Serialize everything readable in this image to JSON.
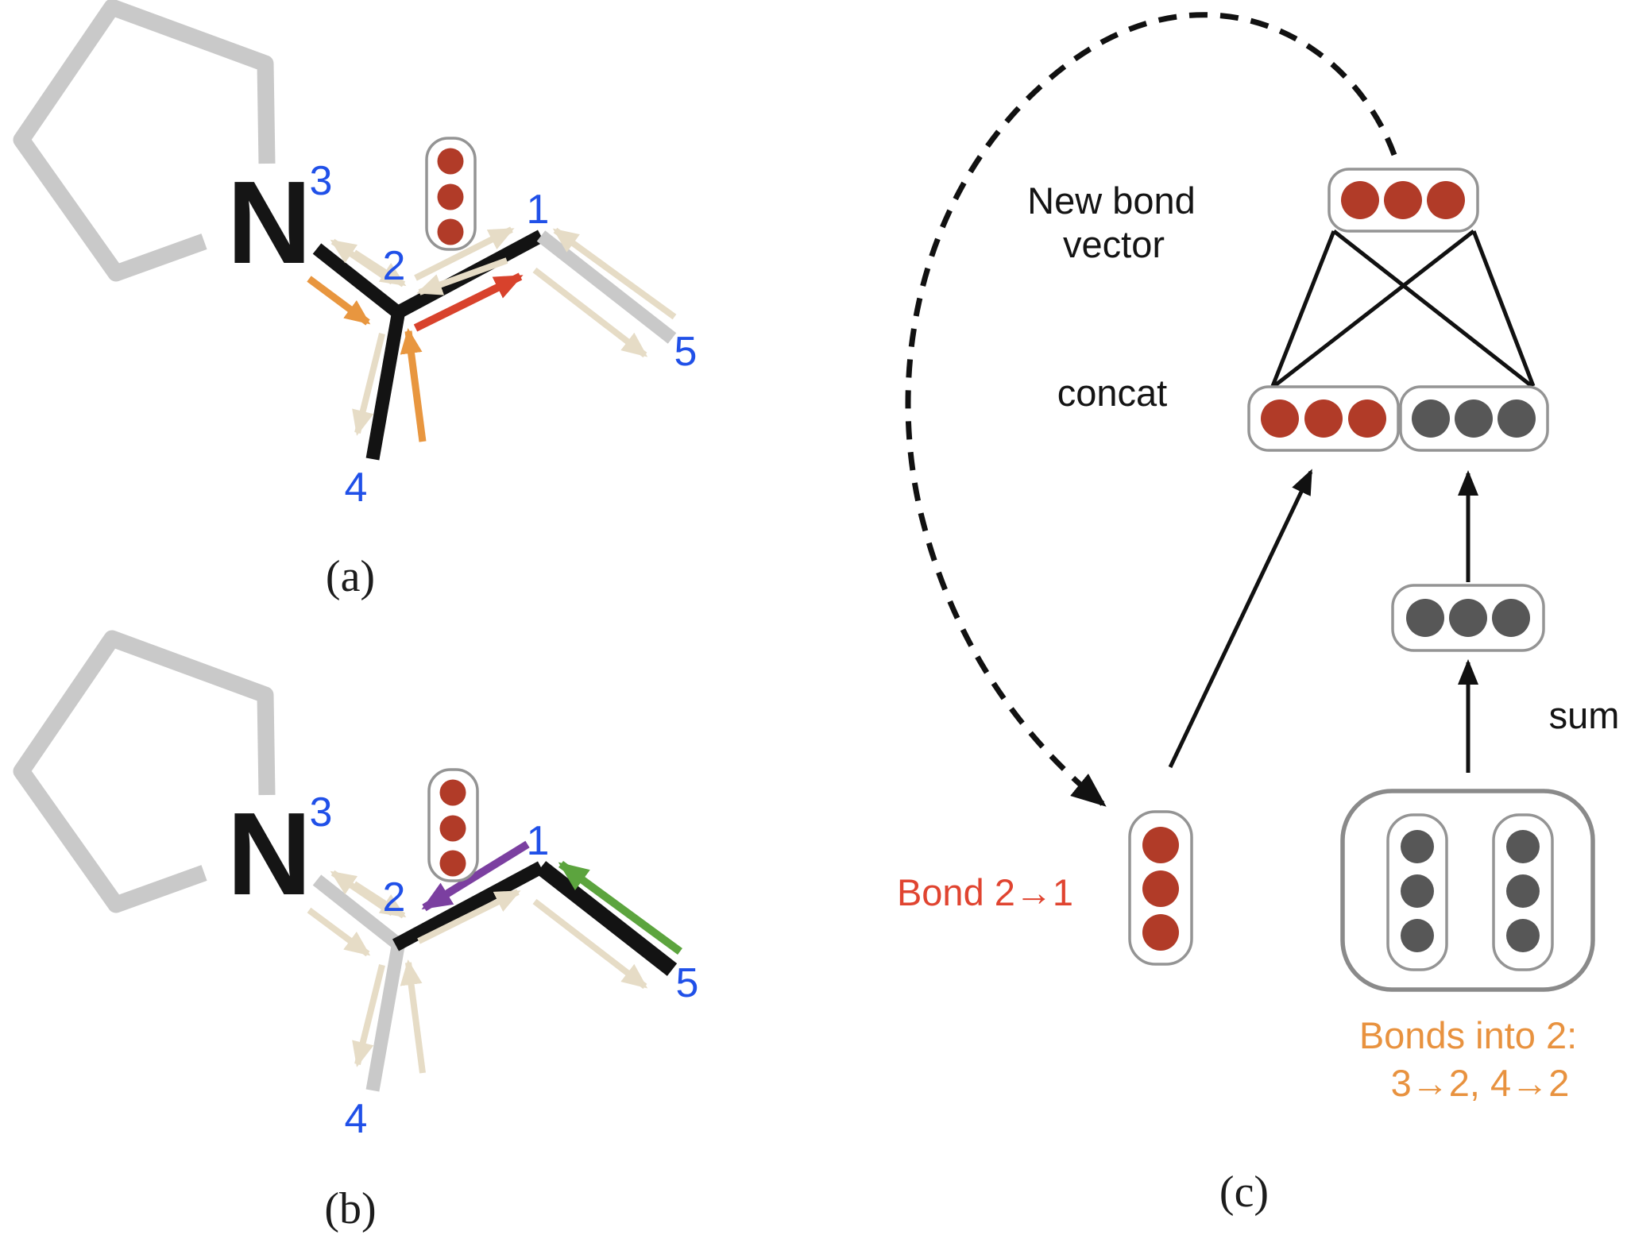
{
  "colors": {
    "blue_label": "#2050e8",
    "gray_bond": "#c9c9c9",
    "beige_arrow": "#e6dcc6",
    "orange_arrow": "#e8963f",
    "red_arrow": "#d8422c",
    "purple_arrow": "#7b3fa0",
    "green_arrow": "#5ca43e",
    "red_dot": "#b13b28",
    "gray_dot": "#575757",
    "box_border": "#949494",
    "red_text": "#e04430",
    "orange_text": "#e8923f"
  },
  "panel_a": {
    "caption": "(a)",
    "atom_symbol": "N",
    "label_1": "1",
    "label_2": "2",
    "label_3": "3",
    "label_4": "4",
    "label_5": "5"
  },
  "panel_b": {
    "caption": "(b)",
    "atom_symbol": "N",
    "label_1": "1",
    "label_2": "2",
    "label_3": "3",
    "label_4": "4",
    "label_5": "5"
  },
  "panel_c": {
    "caption": "(c)",
    "new_bond_line1": "New bond",
    "new_bond_line2": "vector",
    "concat_label": "concat",
    "sum_label": "sum",
    "bond_label": "Bond 2→1",
    "bonds_into_line1": "Bonds into 2:",
    "bonds_into_line2": "3→2, 4→2"
  }
}
